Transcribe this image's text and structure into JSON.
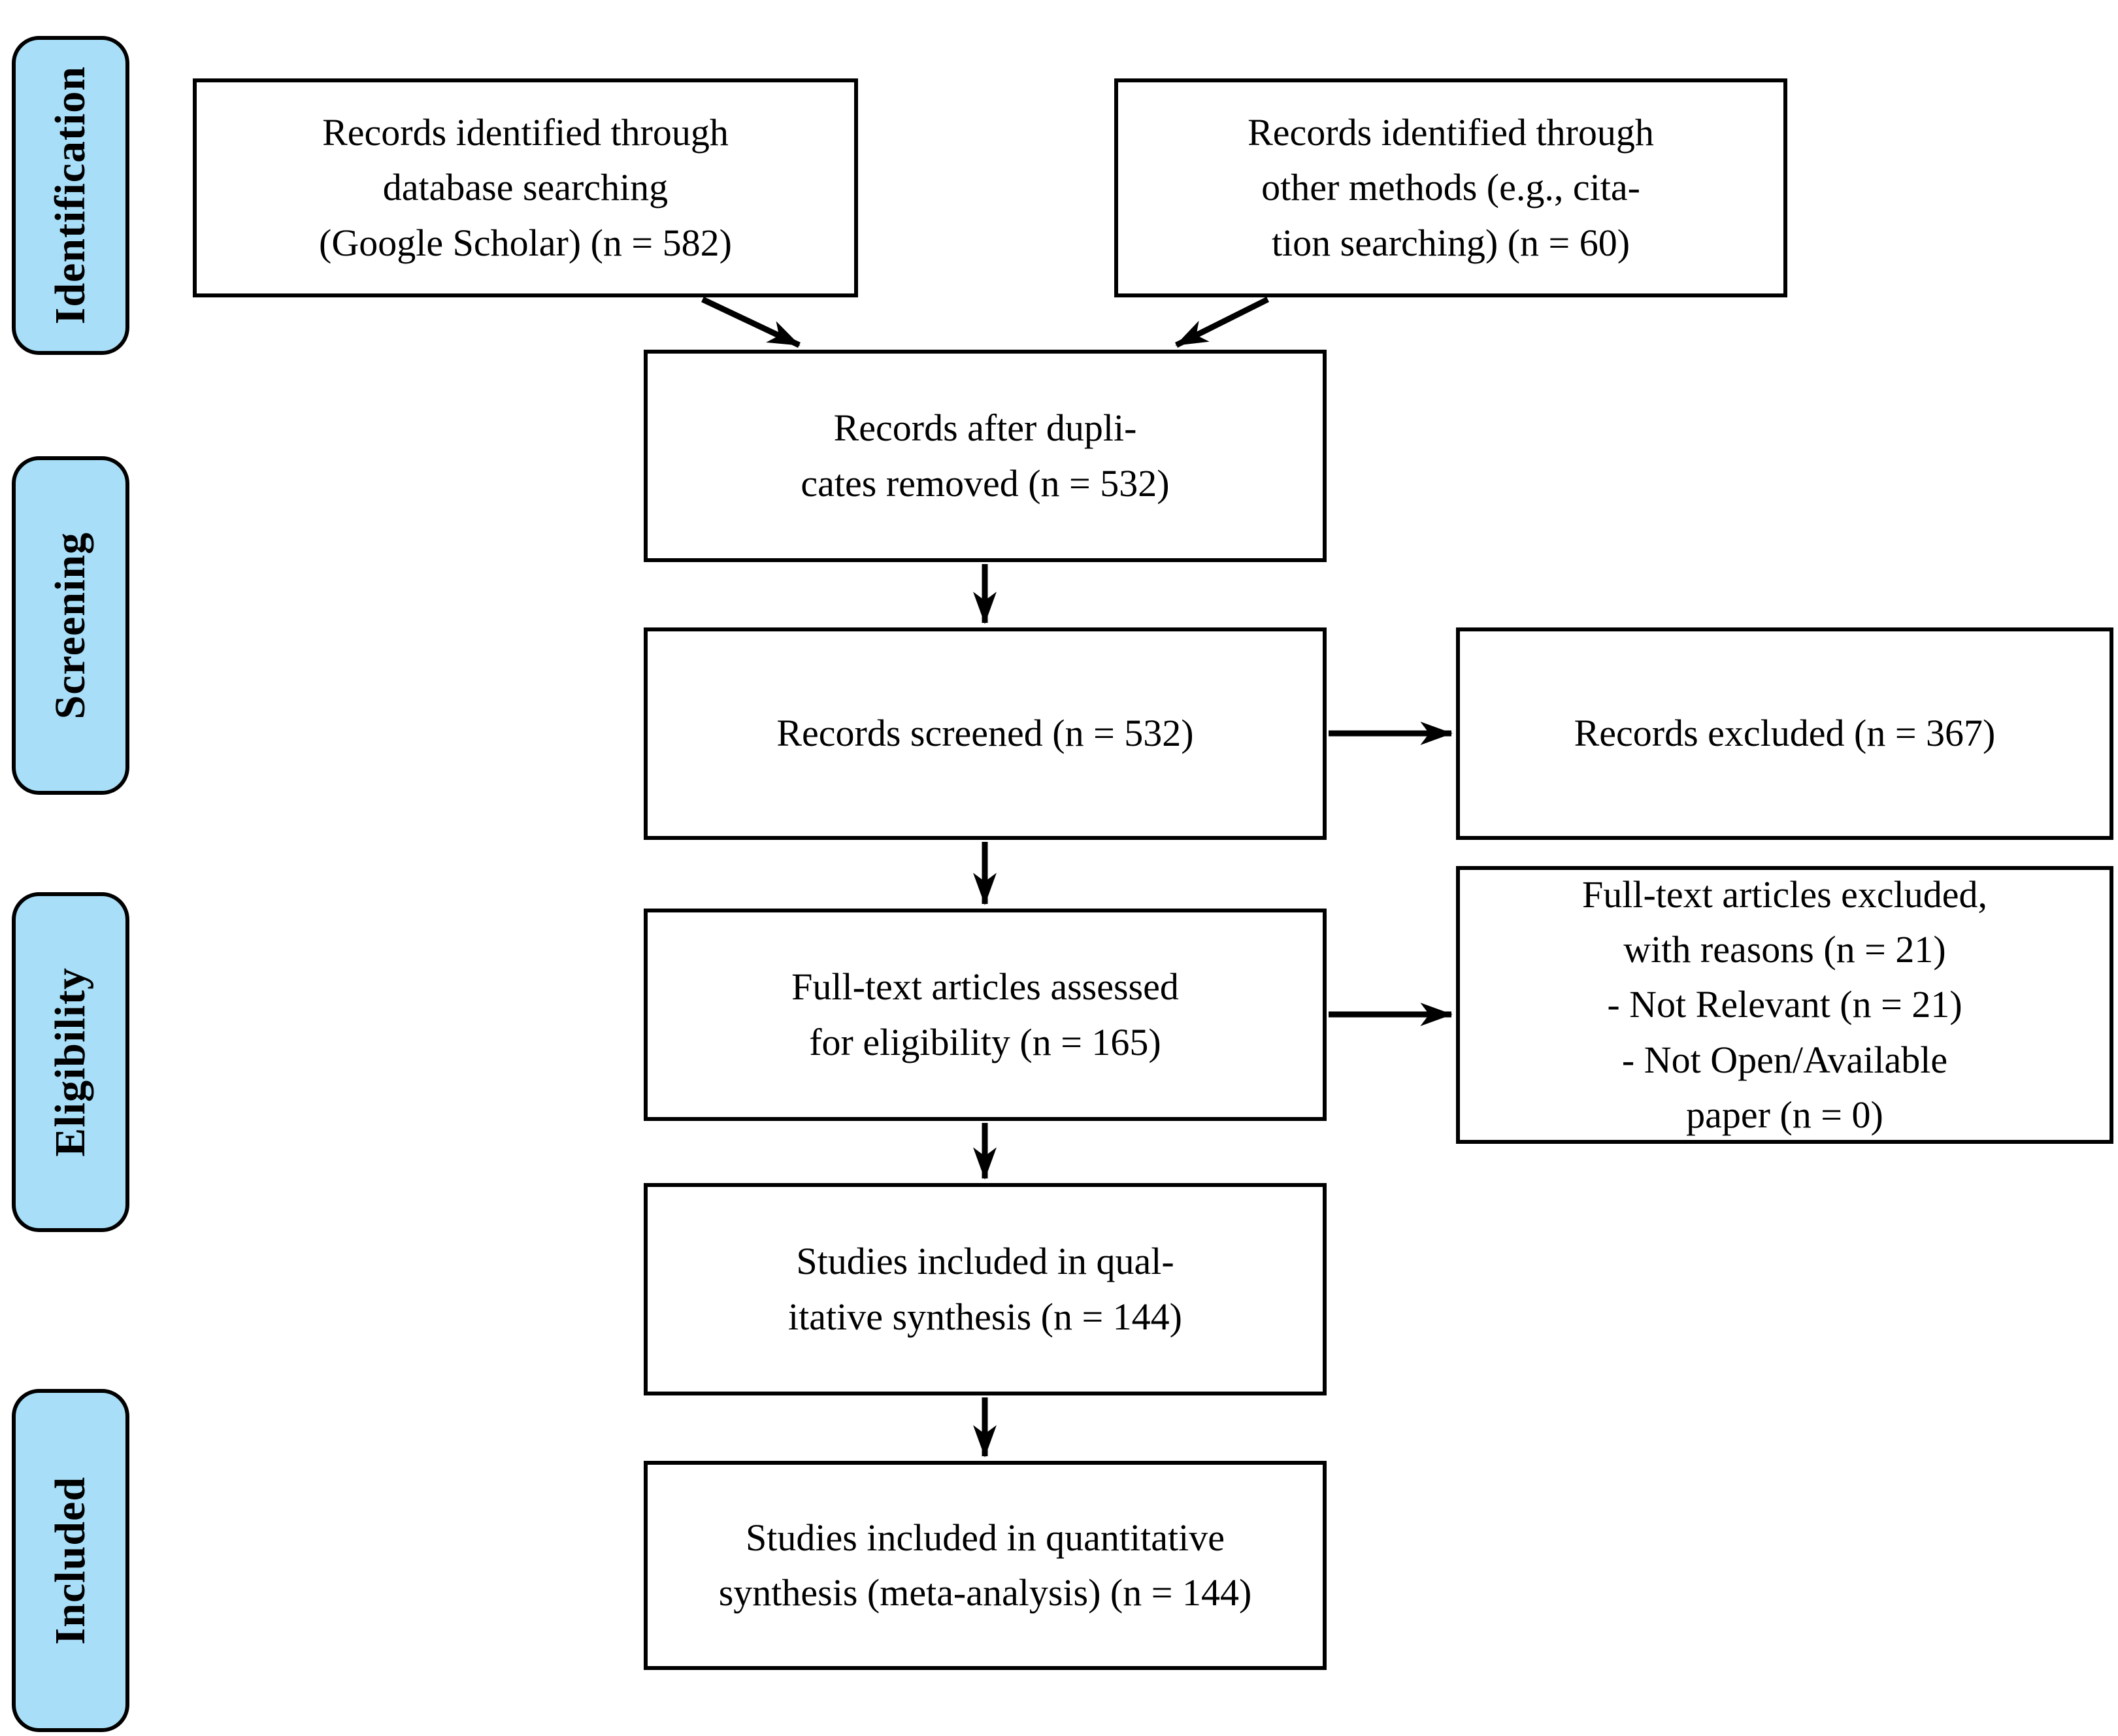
{
  "colors": {
    "stage_fill": "#a9def8",
    "stage_border": "#000000",
    "box_border": "#000000",
    "box_fill": "#ffffff",
    "arrow": "#000000",
    "text": "#000000",
    "background": "#ffffff"
  },
  "stages": [
    {
      "label": "Identification"
    },
    {
      "label": "Screening"
    },
    {
      "label": "Eligibility"
    },
    {
      "label": "Included"
    }
  ],
  "boxes": {
    "identified_database": {
      "lines": [
        "Records identified through",
        "database searching",
        "(Google Scholar) (n = 582)"
      ]
    },
    "identified_other": {
      "lines": [
        "Records identified through",
        "other methods (e.g., cita-",
        "tion searching) (n = 60)"
      ]
    },
    "after_duplicates": {
      "lines": [
        "Records after dupli-",
        "cates removed (n = 532)"
      ]
    },
    "screened": {
      "lines": [
        "Records screened (n = 532)"
      ]
    },
    "excluded": {
      "lines": [
        "Records excluded (n = 367)"
      ]
    },
    "fulltext_assessed": {
      "lines": [
        "Full-text articles assessed",
        "for eligibility (n = 165)"
      ]
    },
    "fulltext_excluded": {
      "lines": [
        "Full-text articles excluded,",
        "with reasons (n = 21)",
        "- Not Relevant (n = 21)",
        "- Not Open/Available",
        "paper (n = 0)"
      ]
    },
    "qualitative_synthesis": {
      "lines": [
        "Studies included in qual-",
        "itative synthesis (n = 144)"
      ]
    },
    "quantitative_synthesis": {
      "lines": [
        "Studies included in quantitative",
        "synthesis (meta-analysis) (n = 144)"
      ]
    }
  }
}
